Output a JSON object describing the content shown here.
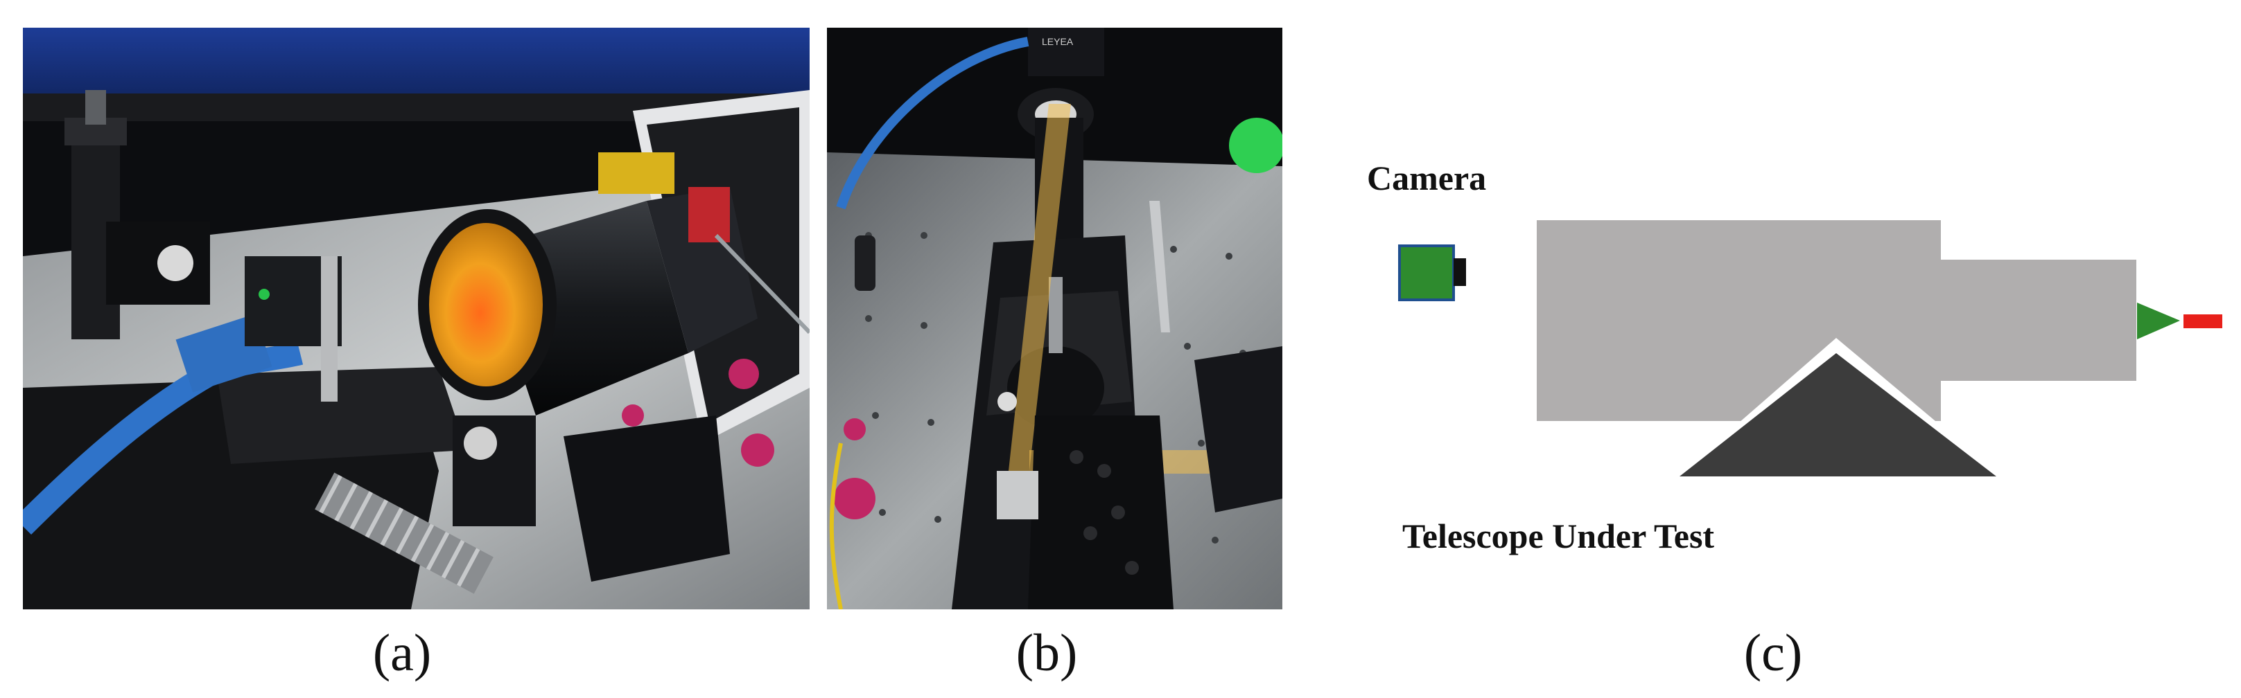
{
  "panels": [
    {
      "id": "a",
      "caption": "(a)"
    },
    {
      "id": "b",
      "caption": "(b)"
    },
    {
      "id": "c",
      "caption": "(c)"
    }
  ],
  "diagram": {
    "camera_label": "Camera",
    "telescope_label": "Telescope Under Test",
    "colors": {
      "camera_body": "#2e8b2e",
      "camera_border": "#1f4f8f",
      "telescope_body": "#b0aeae",
      "mount": "#3c3c3c",
      "lens_cone": "#2e8b2e",
      "source": "#e8201a"
    }
  },
  "photo_text": {
    "camera_brand": "LEYEA"
  }
}
